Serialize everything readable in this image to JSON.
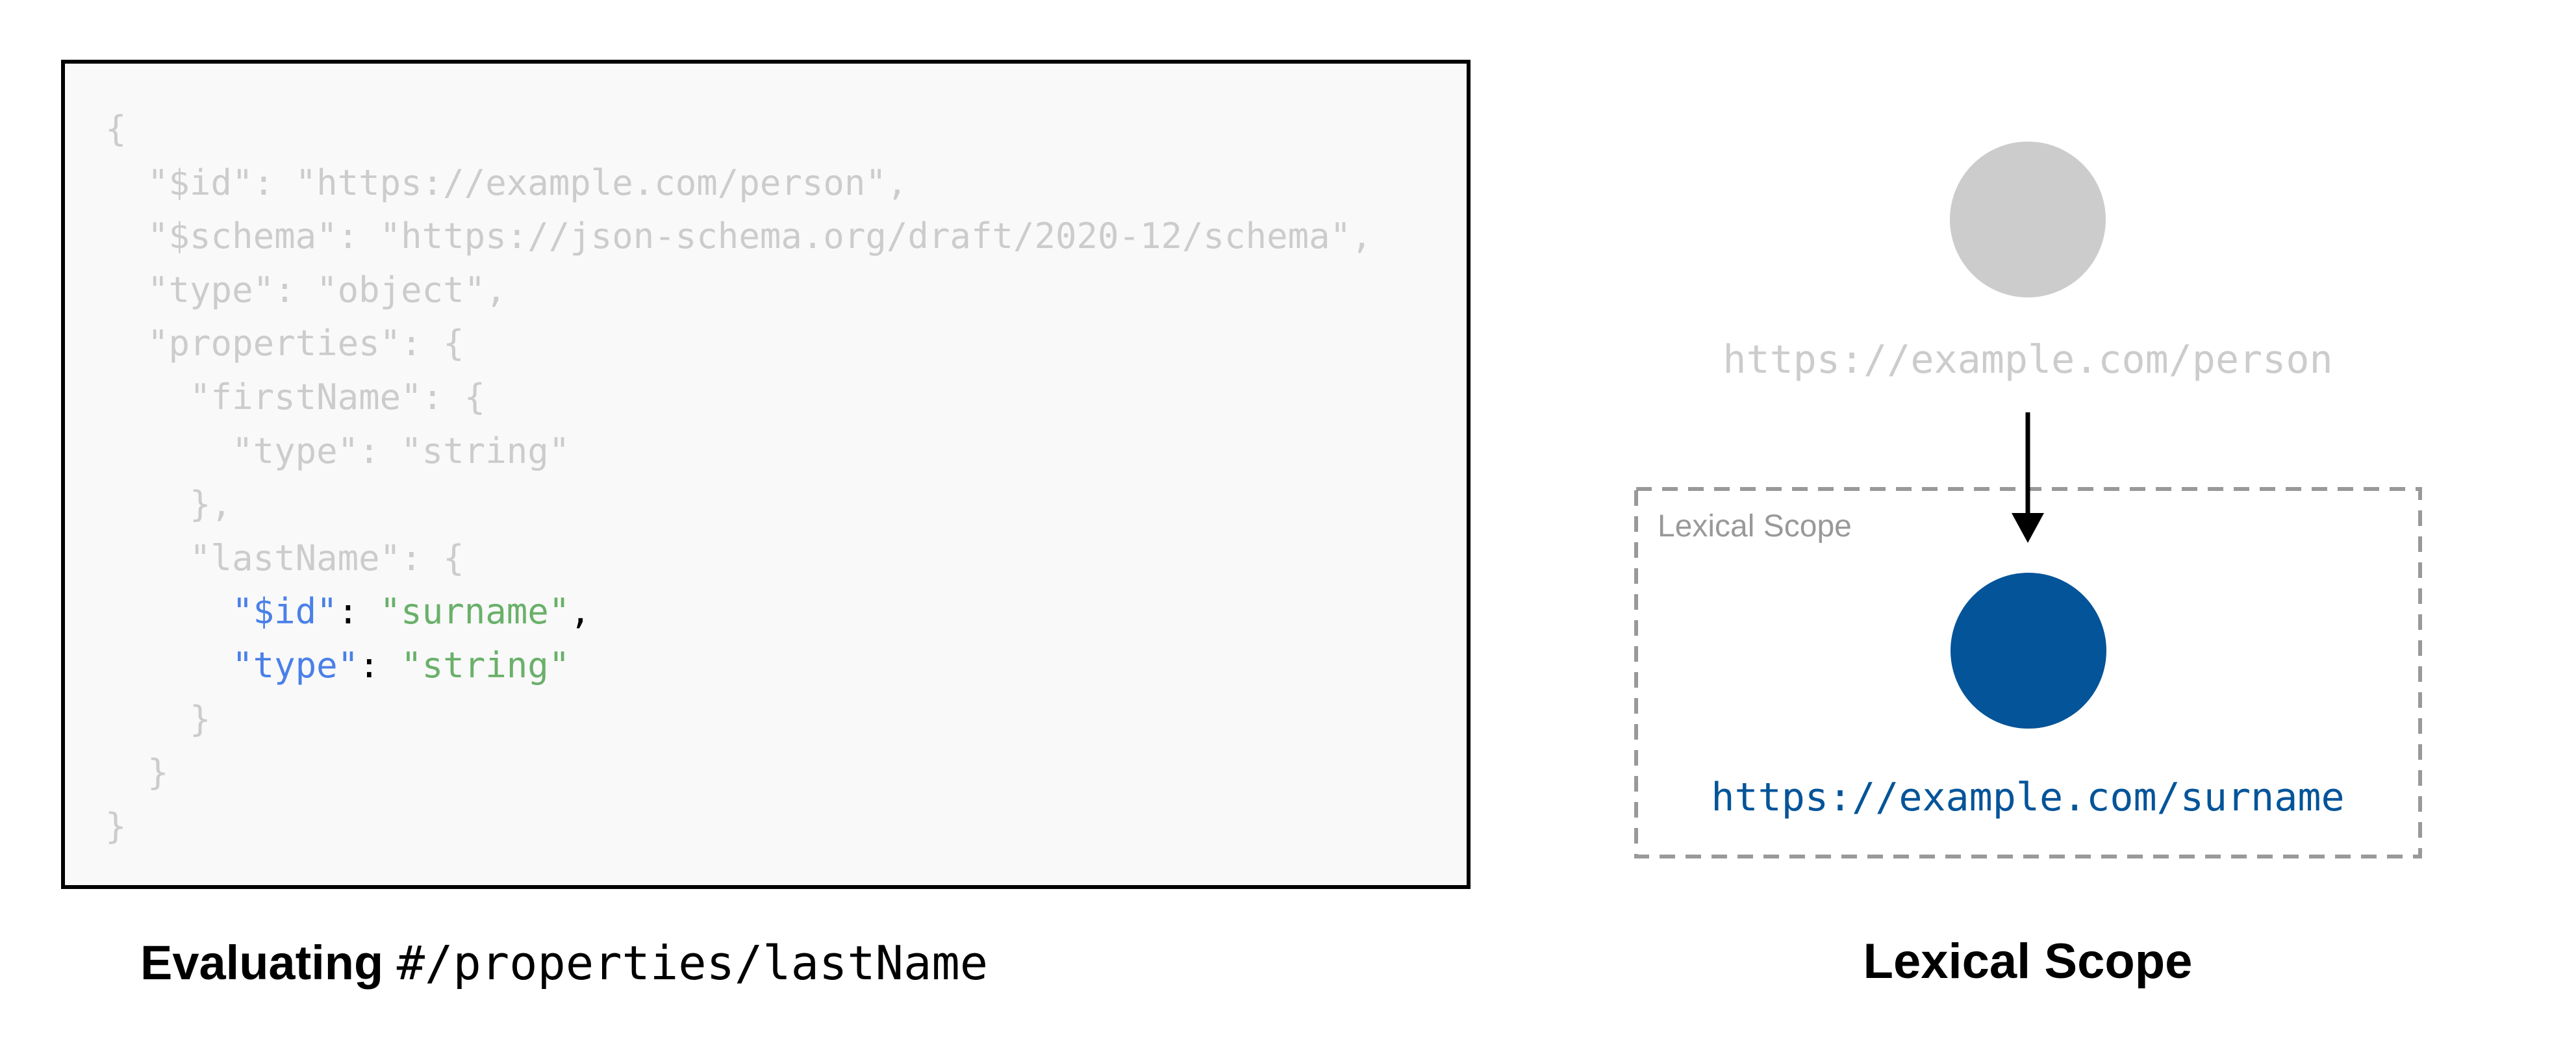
{
  "code": {
    "lines": [
      [
        {
          "t": "{",
          "r": "dim"
        }
      ],
      [
        {
          "t": "  \"$id\": \"https://example.com/person\",",
          "r": "dim"
        }
      ],
      [
        {
          "t": "  \"$schema\": \"https://json-schema.org/draft/2020-12/schema\",",
          "r": "dim"
        }
      ],
      [
        {
          "t": "  \"type\": \"object\",",
          "r": "dim"
        }
      ],
      [
        {
          "t": "  \"properties\": {",
          "r": "dim"
        }
      ],
      [
        {
          "t": "    \"firstName\": {",
          "r": "dim"
        }
      ],
      [
        {
          "t": "      \"type\": \"string\"",
          "r": "dim"
        }
      ],
      [
        {
          "t": "    },",
          "r": "dim"
        }
      ],
      [
        {
          "t": "    \"lastName\": {",
          "r": "dim"
        }
      ],
      [
        {
          "t": "      ",
          "r": "dim"
        },
        {
          "t": "\"$id\"",
          "r": "key"
        },
        {
          "t": ": ",
          "r": "punct"
        },
        {
          "t": "\"surname\"",
          "r": "str"
        },
        {
          "t": ",",
          "r": "punct"
        }
      ],
      [
        {
          "t": "      ",
          "r": "dim"
        },
        {
          "t": "\"type\"",
          "r": "key"
        },
        {
          "t": ": ",
          "r": "punct"
        },
        {
          "t": "\"string\"",
          "r": "str"
        }
      ],
      [
        {
          "t": "    }",
          "r": "dim"
        }
      ],
      [
        {
          "t": "  }",
          "r": "dim"
        }
      ],
      [
        {
          "t": "}",
          "r": "dim"
        }
      ]
    ]
  },
  "left_caption": {
    "bold": "Evaluating ",
    "mono": "#/properties/lastName"
  },
  "diagram": {
    "parent_uri": "https://example.com/person",
    "scope_label": "Lexical Scope",
    "child_uri": "https://example.com/surname",
    "caption": "Lexical Scope",
    "colors": {
      "parent_node": "#cccccc",
      "child_node": "#045499",
      "scope_border": "#999999",
      "key": "#4a80e8",
      "string": "#6ab06a"
    }
  }
}
